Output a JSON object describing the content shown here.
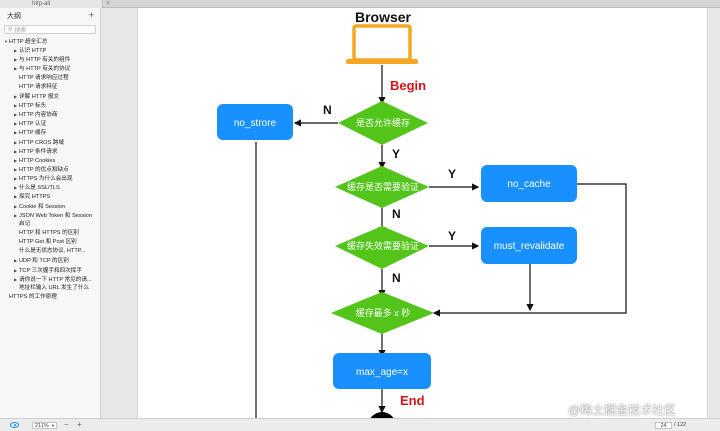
{
  "tab": {
    "title": "http-all",
    "add_icon": "plus-icon"
  },
  "sidebar": {
    "title": "大纲",
    "add_label": "+",
    "search_placeholder": "搜索",
    "items": [
      {
        "label": "HTTP 超全汇总",
        "caret": "▼",
        "indent": 0
      },
      {
        "label": "认识 HTTP",
        "caret": "▶",
        "indent": 1
      },
      {
        "label": "与 HTTP 有关的组件",
        "caret": "▶",
        "indent": 1
      },
      {
        "label": "与 HTTP 有关的协议",
        "caret": "▶",
        "indent": 1
      },
      {
        "label": "HTTP 请求响应过程",
        "caret": "",
        "indent": 1
      },
      {
        "label": "HTTP 请求特征",
        "caret": "",
        "indent": 1
      },
      {
        "label": "详解 HTTP 报文",
        "caret": "▶",
        "indent": 1
      },
      {
        "label": "HTTP 标头",
        "caret": "▶",
        "indent": 1
      },
      {
        "label": "HTTP 内容协商",
        "caret": "▶",
        "indent": 1
      },
      {
        "label": "HTTP 认证",
        "caret": "▶",
        "indent": 1
      },
      {
        "label": "HTTP 缓存",
        "caret": "▶",
        "indent": 1
      },
      {
        "label": "HTTP CROS 跨域",
        "caret": "▶",
        "indent": 1
      },
      {
        "label": "HTTP 条件请求",
        "caret": "▶",
        "indent": 1
      },
      {
        "label": "HTTP Cookies",
        "caret": "▶",
        "indent": 1
      },
      {
        "label": "HTTP 的优点和缺点",
        "caret": "▶",
        "indent": 1
      },
      {
        "label": "HTTPS 为什么会出现",
        "caret": "▶",
        "indent": 1
      },
      {
        "label": "什么是 SSL/TLS",
        "caret": "▶",
        "indent": 1
      },
      {
        "label": "探究 HTTPS",
        "caret": "▶",
        "indent": 1
      },
      {
        "label": "Cookie 和 Session",
        "caret": "▶",
        "indent": 1
      },
      {
        "label": "JSON Web Token 和 Session",
        "caret": "▶",
        "indent": 1
      },
      {
        "label": "启记",
        "caret": "",
        "indent": 1
      },
      {
        "label": "HTTP 和 HTTPS 的区别",
        "caret": "",
        "indent": 1
      },
      {
        "label": "HTTP Get 和 Post 区别",
        "caret": "",
        "indent": 1
      },
      {
        "label": "什么是无状态协议, HTTP...",
        "caret": "",
        "indent": 1
      },
      {
        "label": "UDP 和 TCP 的区别",
        "caret": "▶",
        "indent": 1
      },
      {
        "label": "TCP 三次握手和四次挥手",
        "caret": "▶",
        "indent": 1
      },
      {
        "label": "请你说一下 HTTP 常见的请...",
        "caret": "▶",
        "indent": 1
      },
      {
        "label": "地址栏输入 URL 发生了什么",
        "caret": "",
        "indent": 1
      },
      {
        "label": "HTTPS 的工作原理",
        "caret": "",
        "indent": 0
      }
    ]
  },
  "diagram": {
    "browser_label": "Browser",
    "begin_label": "Begin",
    "end_label": "End",
    "decisions": [
      "是否允许缓存",
      "缓存是否需要验证",
      "缓存失效需要验证",
      "缓存最多 x 秒"
    ],
    "boxes": [
      "no_strore",
      "no_cache",
      "must_revalidate",
      "max_age=x"
    ],
    "yes": "Y",
    "no": "N",
    "colors": {
      "green": "#52c41a",
      "blue": "#1890ff",
      "red": "#d4141b",
      "laptop": "#f5a623"
    }
  },
  "bottombar": {
    "zoom": "211%",
    "minus": "−",
    "plus": "+",
    "page": "24",
    "page_total": "/ 122"
  },
  "watermark": "@稀土掘金技术社区"
}
